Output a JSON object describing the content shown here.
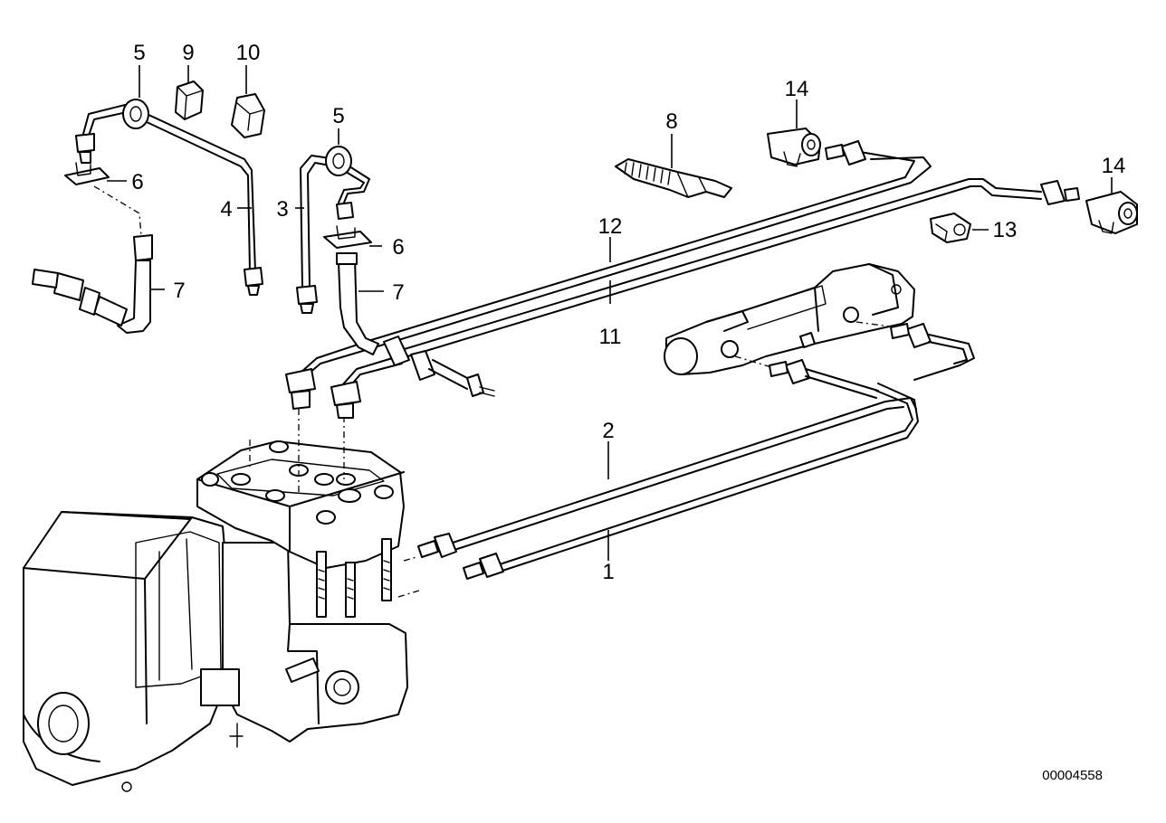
{
  "diagram": {
    "document_number": "00004558",
    "callouts": {
      "c1": "1",
      "c2": "2",
      "c3": "3",
      "c4": "4",
      "c5a": "5",
      "c5b": "5",
      "c6a": "6",
      "c6b": "6",
      "c7a": "7",
      "c7b": "7",
      "c8": "8",
      "c9": "9",
      "c10": "10",
      "c11": "11",
      "c12": "12",
      "c13": "13",
      "c14a": "14",
      "c14b": "14"
    }
  }
}
